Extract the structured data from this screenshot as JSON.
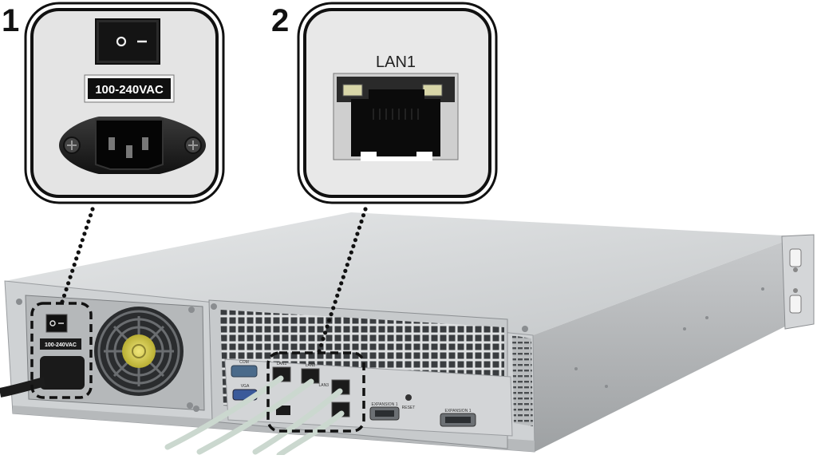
{
  "callouts": [
    {
      "number": "1",
      "part": "power-switch-and-inlet",
      "panel_label": "100-240VAC",
      "chassis_label": "100-240VAC"
    },
    {
      "number": "2",
      "part": "lan-port",
      "panel_label": "LAN1"
    }
  ],
  "chassis_labels": {
    "expansion_a": "EXPANSION 1",
    "expansion_b": "EXPANSION 1",
    "reset": "RESET",
    "lan_small_1": "LAN1",
    "lan_small_2": "LAN2",
    "lan_small_3": "LAN3",
    "console": "COM",
    "vga": "VGA"
  },
  "colors": {
    "panel_outline": "#111111",
    "chassis_light": "#d9dbdc",
    "chassis_mid": "#a9acae",
    "chassis_dark": "#6e7174",
    "cable": "#c9d6cc",
    "fan_hub": "#d8cf55"
  },
  "icons": {
    "power_switch": "power-switch-icon",
    "power_inlet": "power-inlet-icon",
    "ethernet_port": "ethernet-port-icon"
  }
}
